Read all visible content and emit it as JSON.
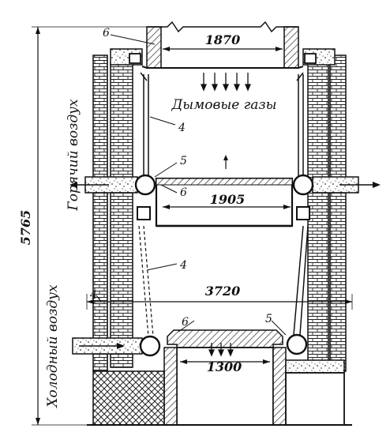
{
  "labels": {
    "top_width": "1870",
    "middle_width": "1905",
    "total_width": "3720",
    "bottom_width": "1300",
    "height": "5765",
    "flue_gases": "Дымовые газы",
    "hot_air": "Горячий воздух",
    "cold_air": "Холодный воздух",
    "mark_6_top": "6",
    "mark_6_mid": "6",
    "mark_6_bot": "6",
    "mark_4_top": "4",
    "mark_4_mid": "4",
    "mark_4_side": "4",
    "mark_5_top": "5",
    "mark_5_bot": "5"
  },
  "colors": {
    "line": "#111111",
    "paper": "#ffffff"
  }
}
